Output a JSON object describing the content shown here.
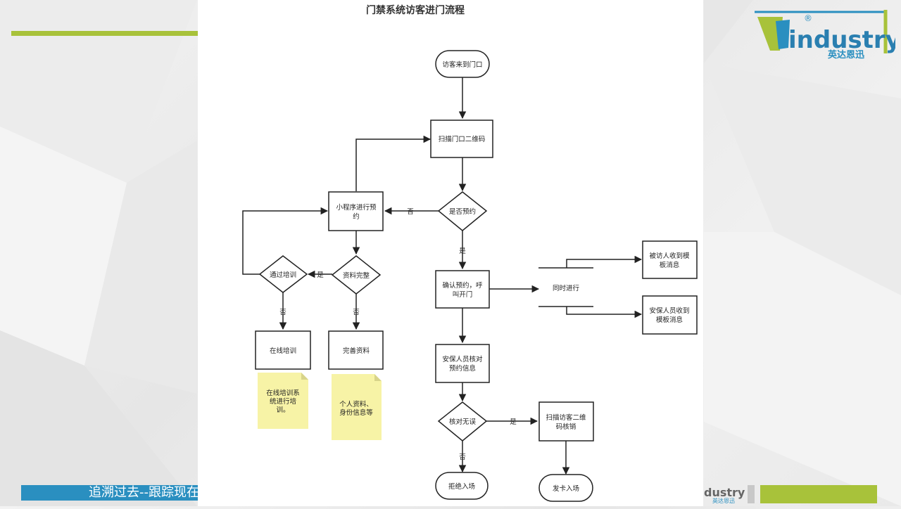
{
  "diagram": {
    "title": "门禁系统访客进门流程",
    "nodes": {
      "start": "访客来到门口",
      "scan_qr": "扫描门口二维码",
      "reserved": "是否预约",
      "miniprogram": [
        "小程序进行预",
        "约"
      ],
      "training_pass": "通过培训",
      "data_complete": "资料完整",
      "online_training": "在线培训",
      "complete_data": "完善资料",
      "confirm": [
        "确认预约，呼",
        "叫开门"
      ],
      "parallel": "同时进行",
      "host_msg": [
        "被访人收到模",
        "板消息"
      ],
      "security_msg": [
        "安保人员收到",
        "模板消息"
      ],
      "security_check": [
        "安保人员核对",
        "预约信息"
      ],
      "check_ok": "核对无误",
      "scan_visitor": [
        "扫描访客二维",
        "码核销"
      ],
      "reject": "拒绝入场",
      "issue_card": "发卡入场"
    },
    "notes": {
      "note1": [
        "在线培训系",
        "统进行培",
        "训。"
      ],
      "note2": [
        "个人资料、",
        "身份信息等"
      ]
    },
    "edge_labels": {
      "no": "否",
      "yes": "是"
    }
  },
  "branding": {
    "logo_text": "industry",
    "logo_cn": "英达恩迅",
    "registered": "®",
    "footer_text": "追溯过去--跟踪现在",
    "footer_logo_text": "dustry",
    "footer_logo_cn": "英达恩迅"
  },
  "colors": {
    "accent_green": "#a8c23a",
    "accent_blue": "#2a8fc0",
    "note_yellow": "#f7f3a6"
  }
}
